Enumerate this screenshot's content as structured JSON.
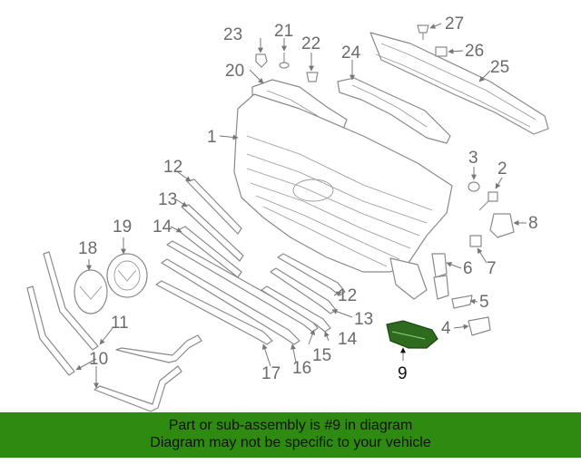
{
  "callouts": [
    "1",
    "2",
    "3",
    "4",
    "5",
    "6",
    "7",
    "8",
    "9",
    "10",
    "11",
    "12",
    "12",
    "13",
    "13",
    "14",
    "14",
    "15",
    "16",
    "17",
    "18",
    "19",
    "20",
    "21",
    "22",
    "23",
    "24",
    "25",
    "26",
    "27"
  ],
  "highlight_part": "9",
  "colors": {
    "highlight": "#2e6b1f",
    "banner": "#2f8a12",
    "line": "#8a8a8a"
  },
  "footer": {
    "line1": "Part or sub-assembly is #9 in diagram",
    "line2": "Diagram may not be specific to your vehicle"
  }
}
